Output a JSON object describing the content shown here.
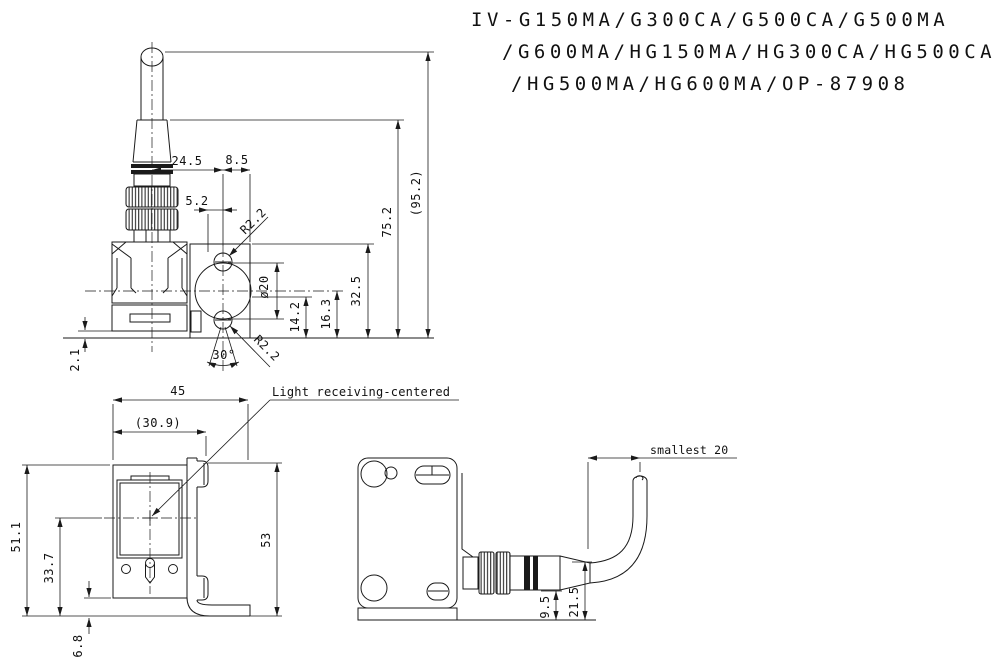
{
  "title": {
    "line1": "IV-G150MA/G300CA/G500CA/G500MA",
    "line2": "/G600MA/HG150MA/HG300CA/HG500CA",
    "line3": "/HG500MA/HG600MA/OP-87908"
  },
  "top_view": {
    "dim_connector_to_hole": "24.5",
    "dim_hole_to_edge": "8.5",
    "dim_offset": "5.2",
    "radius_top": "R2.2",
    "hole_diameter": "ø20",
    "dim_14_2": "14.2",
    "dim_16_3": "16.3",
    "dim_32_5": "32.5",
    "dim_75_2": "75.2",
    "dim_95_2": "(95.2)",
    "angle": "30°",
    "radius_bottom": "R2.2",
    "dim_2_1": "2.1"
  },
  "front_view": {
    "dim_width": "45",
    "dim_width_inner": "(30.9)",
    "dim_height_left": "51.1",
    "dim_center_height": "33.7",
    "dim_foot": "6.8",
    "dim_height_right": "53",
    "callout": "Light receiving-centered"
  },
  "side_view": {
    "dim_bend_radius": "smallest 20",
    "dim_9_5": "9.5",
    "dim_21_5": "21.5"
  }
}
